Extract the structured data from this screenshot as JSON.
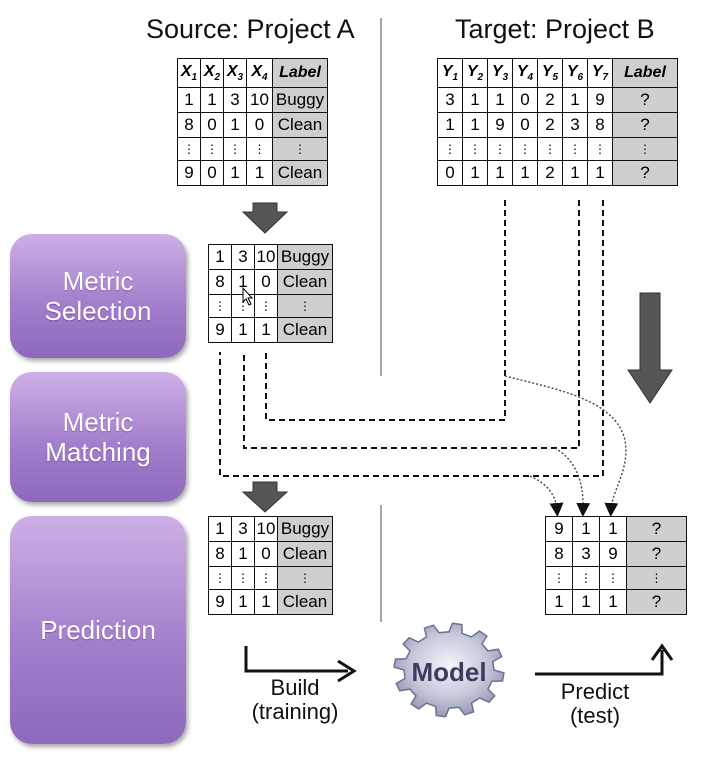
{
  "source_title": "Source: Project A",
  "target_title": "Target: Project B",
  "stages": {
    "selection": "Metric\nSelection",
    "matching": "Metric\nMatching",
    "prediction": "Prediction"
  },
  "source_table": {
    "headers": [
      "X1",
      "X2",
      "X3",
      "X4",
      "Label"
    ],
    "rows": [
      [
        "1",
        "1",
        "3",
        "10",
        "Buggy"
      ],
      [
        "8",
        "0",
        "1",
        "0",
        "Clean"
      ],
      [
        "⋮",
        "⋮",
        "⋮",
        "⋮",
        "⋮"
      ],
      [
        "9",
        "0",
        "1",
        "1",
        "Clean"
      ]
    ]
  },
  "target_table": {
    "headers": [
      "Y1",
      "Y2",
      "Y3",
      "Y4",
      "Y5",
      "Y6",
      "Y7",
      "Label"
    ],
    "rows": [
      [
        "3",
        "1",
        "1",
        "0",
        "2",
        "1",
        "9",
        "?"
      ],
      [
        "1",
        "1",
        "9",
        "0",
        "2",
        "3",
        "8",
        "?"
      ],
      [
        "⋮",
        "⋮",
        "⋮",
        "⋮",
        "⋮",
        "⋮",
        "⋮",
        "⋮"
      ],
      [
        "0",
        "1",
        "1",
        "1",
        "2",
        "1",
        "1",
        "?"
      ]
    ]
  },
  "selected_table": {
    "rows": [
      [
        "1",
        "3",
        "10",
        "Buggy"
      ],
      [
        "8",
        "1",
        "0",
        "Clean"
      ],
      [
        "⋮",
        "⋮",
        "⋮",
        "⋮"
      ],
      [
        "9",
        "1",
        "1",
        "Clean"
      ]
    ]
  },
  "training_table": {
    "rows": [
      [
        "1",
        "3",
        "10",
        "Buggy"
      ],
      [
        "8",
        "1",
        "0",
        "Clean"
      ],
      [
        "⋮",
        "⋮",
        "⋮",
        "⋮"
      ],
      [
        "9",
        "1",
        "1",
        "Clean"
      ]
    ]
  },
  "test_table": {
    "rows": [
      [
        "9",
        "1",
        "1",
        "?"
      ],
      [
        "8",
        "3",
        "9",
        "?"
      ],
      [
        "⋮",
        "⋮",
        "⋮",
        "⋮"
      ],
      [
        "1",
        "1",
        "1",
        "?"
      ]
    ]
  },
  "build_label": "Build\n(training)",
  "model_label": "Model",
  "predict_label": "Predict\n(test)",
  "colors": {
    "stage_purple": "#a47fcc",
    "label_cell_gray": "#cfcfcf",
    "arrow_gray": "#555555"
  }
}
